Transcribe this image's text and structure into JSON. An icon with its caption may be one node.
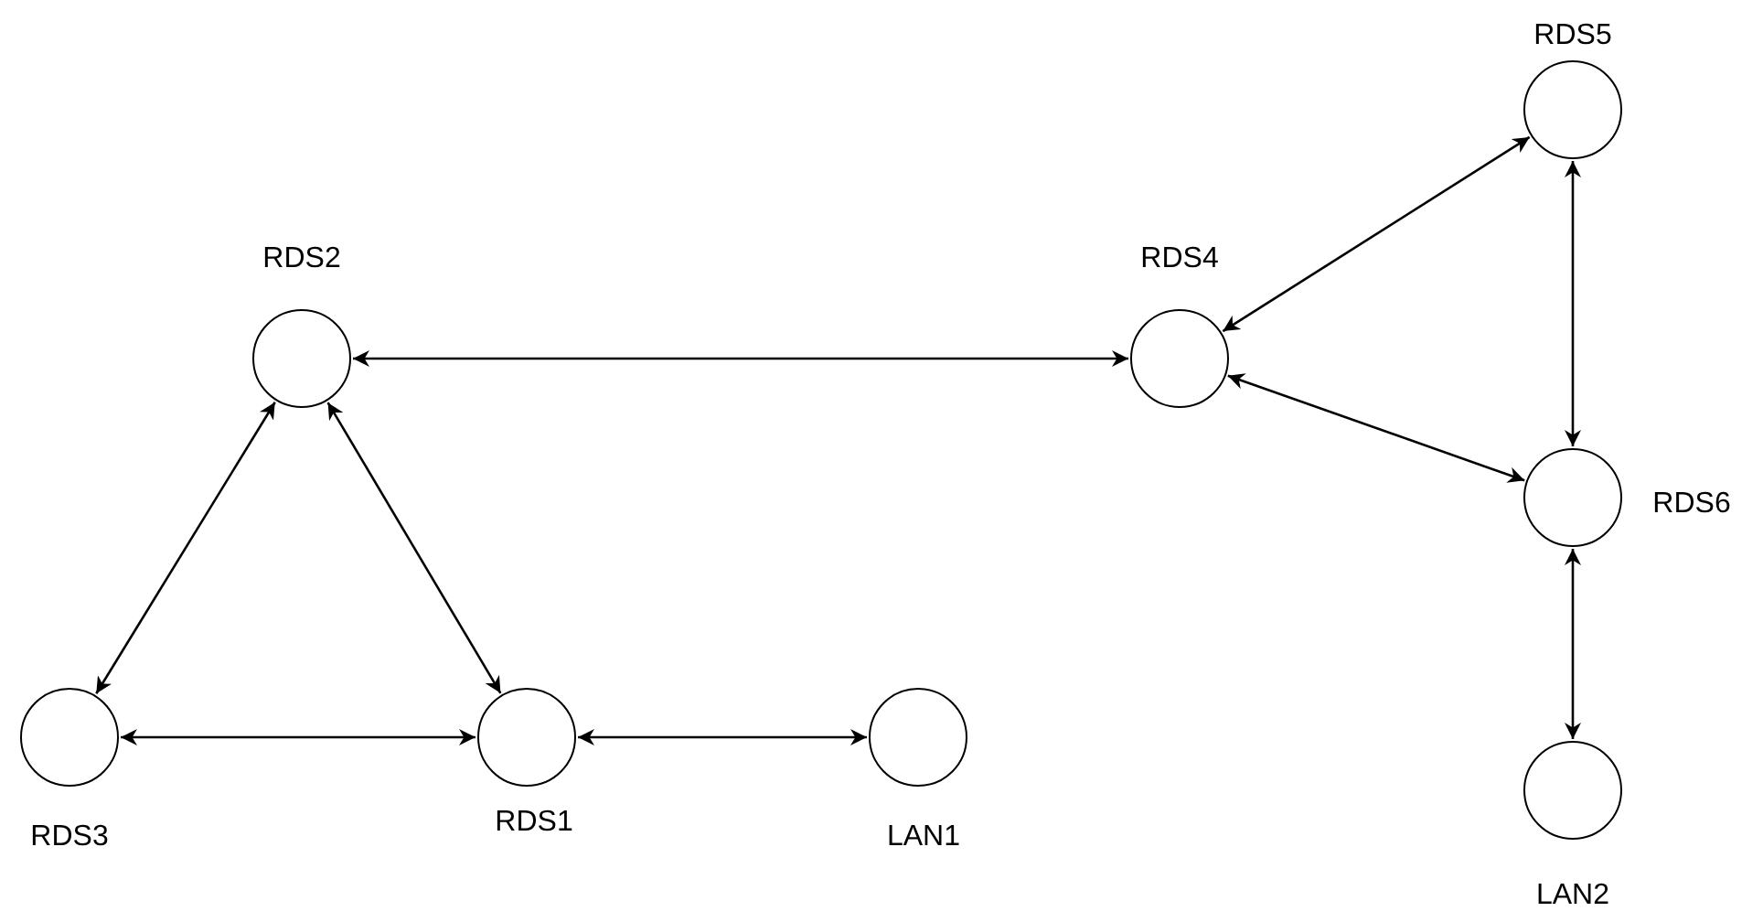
{
  "diagram": {
    "nodes": [
      {
        "text": [
          "RDS5"
        ]
      },
      {
        "text": [
          "RDS2"
        ]
      },
      {
        "text": [
          "RDS4"
        ]
      },
      {
        "text": [
          "RDS6"
        ]
      },
      {
        "text": [
          "RDS3"
        ]
      },
      {
        "text": [
          "RDS1"
        ]
      },
      {
        "text": [
          "LAN1"
        ]
      },
      {
        "text": [
          "LAN2"
        ]
      }
    ],
    "edges": [
      {
        "from": 1,
        "to": 2,
        "arrow": "both"
      },
      {
        "from": 2,
        "to": 0,
        "arrow": "both"
      },
      {
        "from": 2,
        "to": 3,
        "arrow": "both"
      },
      {
        "from": 0,
        "to": 3,
        "arrow": "both"
      },
      {
        "from": 3,
        "to": 7,
        "arrow": "both"
      },
      {
        "from": 1,
        "to": 4,
        "arrow": "both"
      },
      {
        "from": 1,
        "to": 5,
        "arrow": "both"
      },
      {
        "from": 4,
        "to": 5,
        "arrow": "both"
      },
      {
        "from": 5,
        "to": 6,
        "arrow": "both"
      }
    ]
  }
}
